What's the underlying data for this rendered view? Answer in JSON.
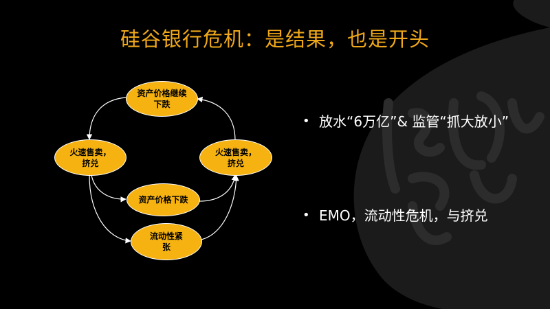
{
  "slide": {
    "title": "硅谷银行危机：是结果，也是开头",
    "colors": {
      "background": "#000000",
      "title": "#f0a81a",
      "node_fill": "#f5b211",
      "arrow": "#ffffff"
    }
  },
  "diagram": {
    "nodes": {
      "asset_continue_fall": "资产价格继续\n下跌",
      "fire_sale_left": "火速售卖，\n挤兑",
      "fire_sale_right": "火速售卖，\n挤兑",
      "asset_fall": "资产价格下跌",
      "liquidity_tight": "流动性紧\n张"
    }
  },
  "bullets": [
    {
      "text": "放水“6万亿”& 监管“抓大放小”"
    },
    {
      "text": "EMO，流动性危机，与挤兑"
    }
  ]
}
